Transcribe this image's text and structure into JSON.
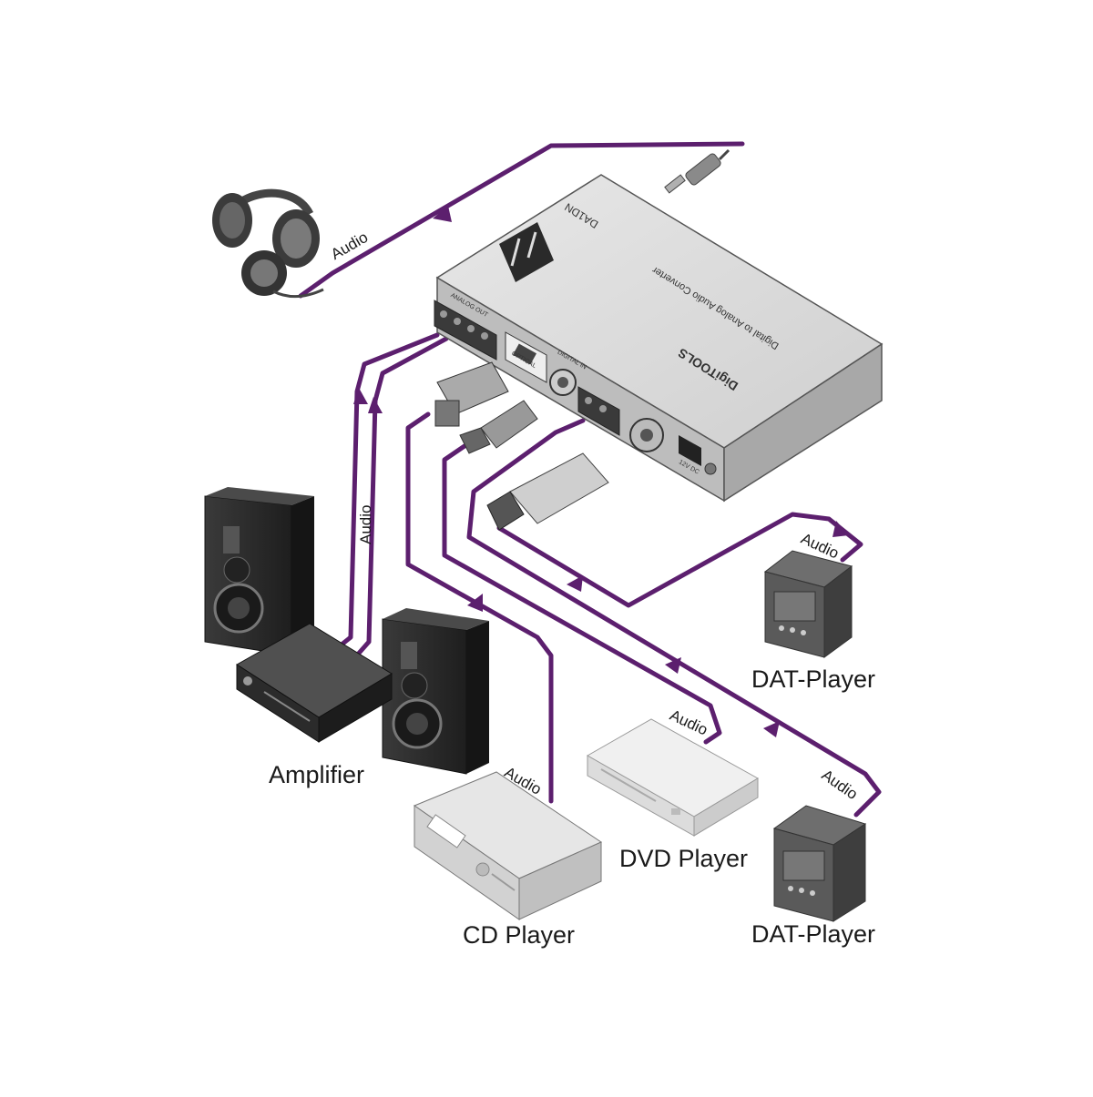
{
  "diagram": {
    "device": {
      "model": "DA1DN",
      "brand": "DigiTOOLS",
      "subtitle": "Digital to Analog Audio Converter",
      "ports": {
        "analog": "ANALOG OUT",
        "optical": "OPTICAL",
        "digital": "DIGITAL IN",
        "power": "12V DC"
      }
    },
    "devices": {
      "amplifier": "Amplifier",
      "cd_player": "CD Player",
      "dvd_player": "DVD Player",
      "dat_player_top": "DAT-Player",
      "dat_player_bottom": "DAT-Player"
    },
    "cables": {
      "headphones": "Audio",
      "amplifier": "Audio",
      "dat_top": "Audio",
      "dvd": "Audio",
      "cd": "Audio",
      "dat_bottom": "Audio"
    },
    "colors": {
      "cable": "#5c1f6e",
      "cable_outline": "#ffffff",
      "device_body": "#d9d9d9",
      "speaker": "#2b2b2b"
    }
  }
}
